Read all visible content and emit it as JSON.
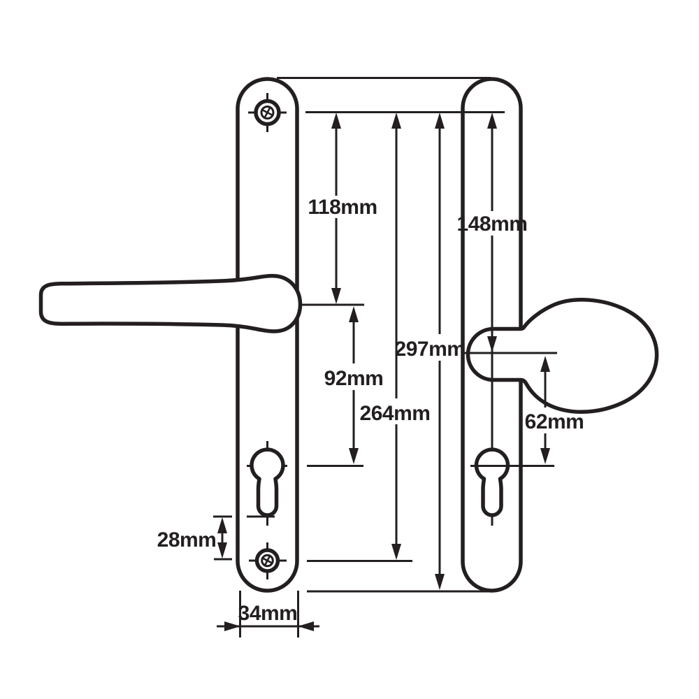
{
  "diagram": {
    "subject": "door-handle-backplate-dimension-drawing",
    "line_color": "#231f20",
    "background_color": "#ffffff",
    "labels": {
      "screw_to_lever": "118mm",
      "top_to_pad_centre": "148mm",
      "lever_to_cylinder": "92mm",
      "overall_length": "297mm",
      "screw_centres": "264mm",
      "pad_to_cylinder": "62mm",
      "cylinder_to_screw": "28mm",
      "plate_width": "34mm"
    }
  }
}
